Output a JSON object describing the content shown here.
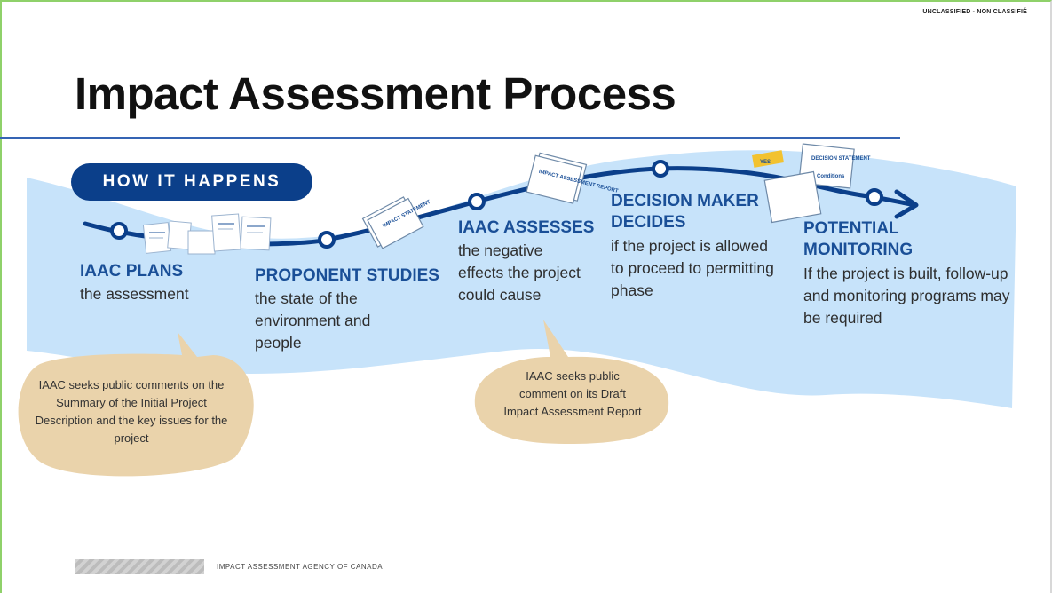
{
  "classification": "UNCLASSIFIED - NON CLASSIFIÉ",
  "title": "Impact Assessment Process",
  "badge": "HOW IT HAPPENS",
  "stages": [
    {
      "title": "IAAC PLANS",
      "description": "the assessment"
    },
    {
      "title": "PROPONENT STUDIES",
      "description": "the state of the environment and people"
    },
    {
      "title": "IAAC ASSESSES",
      "description": "the negative effects the project could cause"
    },
    {
      "title": "DECISION MAKER DECIDES",
      "description": "if the project is allowed to proceed to permitting phase"
    },
    {
      "title": "POTENTIAL MONITORING",
      "description": "If the project is built, follow-up and monitoring programs may be required"
    }
  ],
  "bubbles": [
    {
      "text": "IAAC seeks public comments on the Summary of the Initial Project Description and the key issues for the project"
    },
    {
      "text": "IAAC seeks public comment on its Draft Impact Assessment Report"
    }
  ],
  "documents": {
    "impact_statement": "IMPACT STATEMENT",
    "assessment_report": "IMPACT ASSESSMENT REPORT",
    "yes": "YES",
    "decision_statement": "DECISION STATEMENT",
    "conditions": "Conditions"
  },
  "footer": "IMPACT ASSESSMENT AGENCY OF CANADA",
  "colors": {
    "river": "#c7e3fa",
    "line": "#0b3f8a",
    "bubble": "#ead3ab",
    "accent": "#1a4f97"
  }
}
